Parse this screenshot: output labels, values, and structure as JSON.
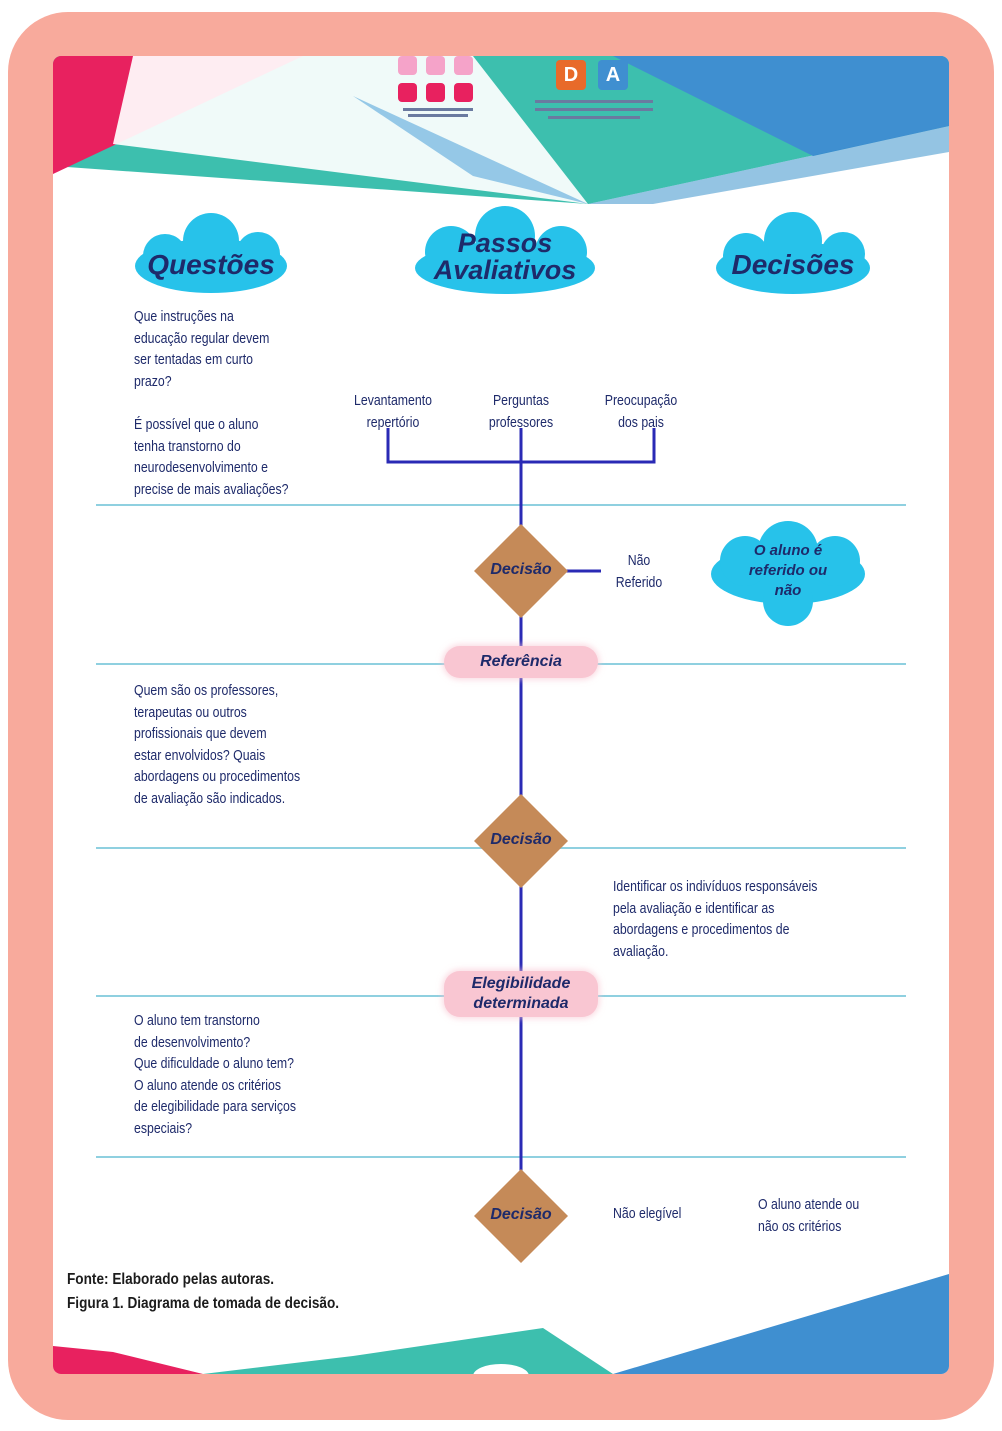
{
  "headers": {
    "questoes": "Questões",
    "passos_line1": "Passos",
    "passos_line2": "Avaliativos",
    "decisoes": "Decisões"
  },
  "questions": {
    "q1": "Que instruções na\neducação regular devem\nser tentadas em curto\nprazo?",
    "q2": "É possível que o aluno\ntenha transtorno do\nneurodesenvolvimento e\nprecise de mais avaliações?",
    "q3": "Quem são os professores,\nterapeutas ou outros\nprofissionais que devem\nestar envolvidos? Quais\nabordagens ou procedimentos\nde avaliação são indicados.",
    "q4": "O aluno tem transtorno\nde desenvolvimento?\nQue dificuldade o aluno tem?\nO aluno atende os critérios\nde elegibilidade para serviços\nespeciais?"
  },
  "steps": {
    "levantamento": "Levantamento\nrepertório",
    "perguntas": "Perguntas\nprofessores",
    "preocupacao": "Preocupação\ndos pais"
  },
  "nodes": {
    "decisao1": "Decisão",
    "nao_referido": "Não\nReferido",
    "referido_cloud": "O aluno é\nreferido ou\nnão",
    "referencia": "Referência",
    "decisao2": "Decisão",
    "identificar": "Identificar os indivíduos responsáveis\npela avaliação e identificar as\nabordagens e procedimentos de\navaliação.",
    "elegibilidade": "Elegibilidade\ndeterminada",
    "decisao3": "Decisão",
    "nao_elegivel": "Não elegível",
    "criterios": "O aluno atende ou\nnão os critérios"
  },
  "footer": {
    "fonte": "Fonte: Elaborado pelas autoras.",
    "figura": "Figura 1. Diagrama de tomada de decisão."
  },
  "logos": {
    "d_letter": "D",
    "a_letter": "A"
  },
  "colors": {
    "frame": "#f8aa9c",
    "cloud": "#27c2ea",
    "diamond": "#c58a58",
    "line": "#2a2ab5",
    "pill": "#f9c6d2",
    "rule": "#8fd0e0",
    "teal": "#3dbfae",
    "blue": "#3f8fd0",
    "magenta": "#e8215f"
  }
}
